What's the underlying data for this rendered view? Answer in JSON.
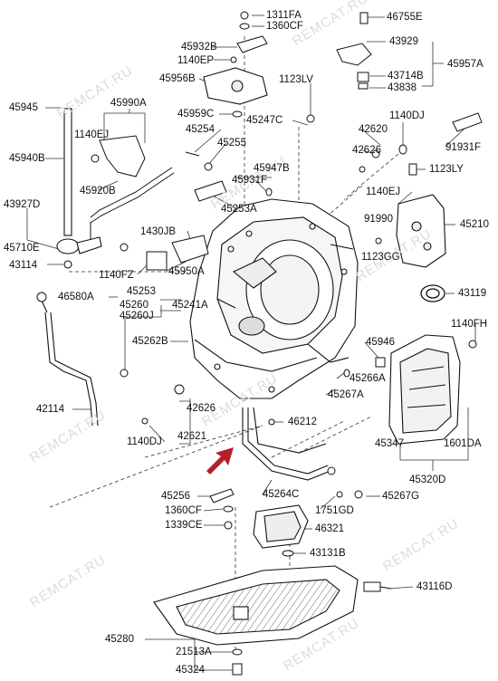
{
  "watermark": "REMCAT.RU",
  "accent_arrow_color": "#b3202a",
  "part_numbers": {
    "p1311FA": "1311FA",
    "p1360CF_top": "1360CF",
    "p46755E": "46755E",
    "p45932B": "45932B",
    "p1140EP": "1140EP",
    "p43929": "43929",
    "p45957A": "45957A",
    "p45956B": "45956B",
    "p43714B": "43714B",
    "p43838": "43838",
    "p1123LV": "1123LV",
    "p45990A": "45990A",
    "p45945": "45945",
    "p45959C": "45959C",
    "p45247C": "45247C",
    "p1140DJ_top": "1140DJ",
    "p42620": "42620",
    "p1140EJ_left": "1140EJ",
    "p45254": "45254",
    "p45255": "45255",
    "p42626_top": "42626",
    "p91931F": "91931F",
    "p45940B": "45940B",
    "p45947B": "45947B",
    "p1123LY": "1123LY",
    "p45920B": "45920B",
    "p45931F": "45931F",
    "p1140EJ_right": "1140EJ",
    "p45253A": "45253A",
    "p43927D": "43927D",
    "p91990": "91990",
    "p45210": "45210",
    "p1430JB": "1430JB",
    "p45710E": "45710E",
    "p43114": "43114",
    "p1123GG": "1123GG",
    "p1140FZ": "1140FZ",
    "p45950A": "45950A",
    "p43119": "43119",
    "p45253": "45253",
    "p46580A": "46580A",
    "p45260": "45260",
    "p45241A": "45241A",
    "p45260J": "45260J",
    "p1140FH": "1140FH",
    "p45946": "45946",
    "p45262B": "45262B",
    "p45266A": "45266A",
    "p45267A": "45267A",
    "p42114": "42114",
    "p42626_mid": "42626",
    "p46212": "46212",
    "p42621": "42621",
    "p1140DJ_low": "1140DJ",
    "p45347": "45347",
    "p1601DA": "1601DA",
    "p45320D": "45320D",
    "p45256": "45256",
    "p45264C": "45264C",
    "p45267G": "45267G",
    "p1360CF_low": "1360CF",
    "p1751GD": "1751GD",
    "p1339CE": "1339CE",
    "p46321": "46321",
    "p43131B": "43131B",
    "p43116D": "43116D",
    "p45280": "45280",
    "p21513A": "21513A",
    "p45324": "45324"
  }
}
